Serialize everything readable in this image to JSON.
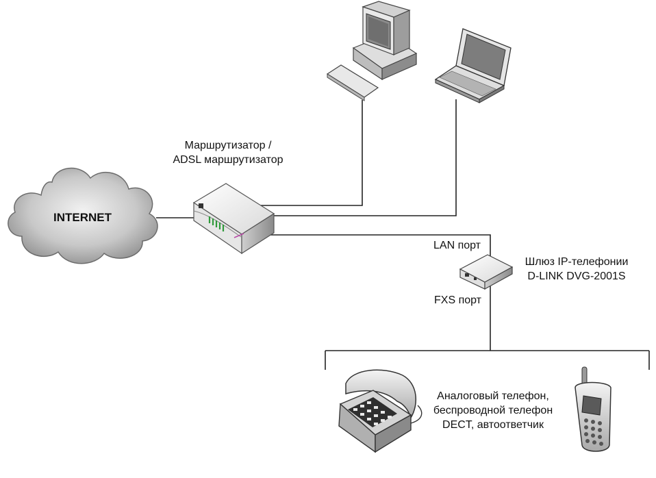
{
  "labels": {
    "internet": "INTERNET",
    "router_line1": "Маршрутизатор /",
    "router_line2": "ADSL маршрутизатор",
    "lan_port": "LAN порт",
    "fxs_port": "FXS порт",
    "gateway_line1": "Шлюз IP-телефонии",
    "gateway_line2": "D-LINK DVG-2001S",
    "phones_line1": "Аналоговый телефон,",
    "phones_line2": "беспроводной телефон",
    "phones_line3": "DECT, автоответчик"
  }
}
